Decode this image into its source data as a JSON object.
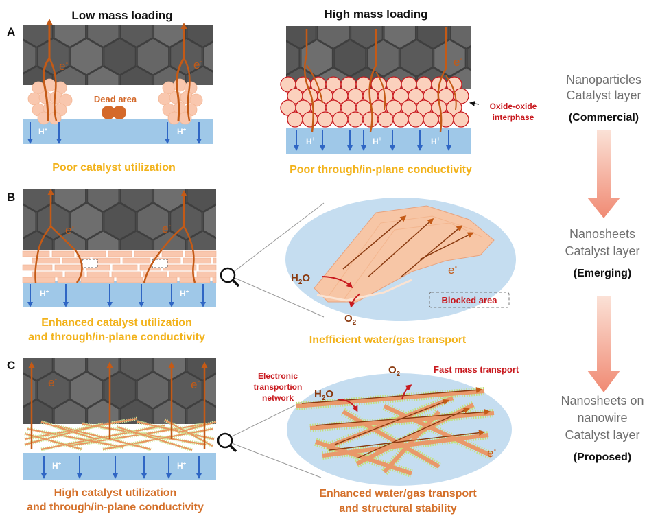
{
  "headers": {
    "low": "Low mass loading",
    "high": "High mass loading"
  },
  "panels": {
    "a": "A",
    "b": "B",
    "c": "C"
  },
  "panel_a": {
    "dead_area": "Dead area",
    "caption_left": "Poor catalyst utilization",
    "caption_right": "Poor through/in-plane conductivity",
    "oxide_line1": "Oxide-oxide",
    "oxide_line2": "interphase"
  },
  "panel_b": {
    "caption_left_1": "Enhanced catalyst utilization",
    "caption_left_2": "and through/in-plane conductivity",
    "caption_right": "Inefficient water/gas transport",
    "blocked": "Blocked area"
  },
  "panel_c": {
    "caption_left_1": "High catalyst utilization",
    "caption_left_2": "and through/in-plane conductivity",
    "caption_right_1": "Enhanced water/gas transport",
    "caption_right_2": "and structural stability",
    "network_1": "Electronic",
    "network_2": "transportion",
    "network_3": "network",
    "fast": "Fast mass transport"
  },
  "labels": {
    "electron": "e",
    "electron_sup": "-",
    "proton": "H",
    "proton_sup": "+",
    "water_h": "H",
    "water_2": "2",
    "water_o": "O",
    "oxygen_o": "O",
    "oxygen_2": "2"
  },
  "sidebar": {
    "s1_line1": "Nanoparticles",
    "s1_line2": "Catalyst layer",
    "s1_tag": "(Commercial)",
    "s2_line1": "Nanosheets",
    "s2_line2": "Catalyst layer",
    "s2_tag": "(Emerging)",
    "s3_line1": "Nanosheets on",
    "s3_line2": "nanowire",
    "s3_line3": "Catalyst layer",
    "s3_tag": "(Proposed)"
  },
  "colors": {
    "hex_grey": "#5f5f5f",
    "membrane": "#9fc8e8",
    "wire_brown": "#c45a16",
    "proton_blue": "#2f66c4",
    "np_fill": "#f9c7ae",
    "caption_yellow": "#f2b21a",
    "caption_orange": "#d4702a",
    "oxide_red": "#c8191e"
  }
}
